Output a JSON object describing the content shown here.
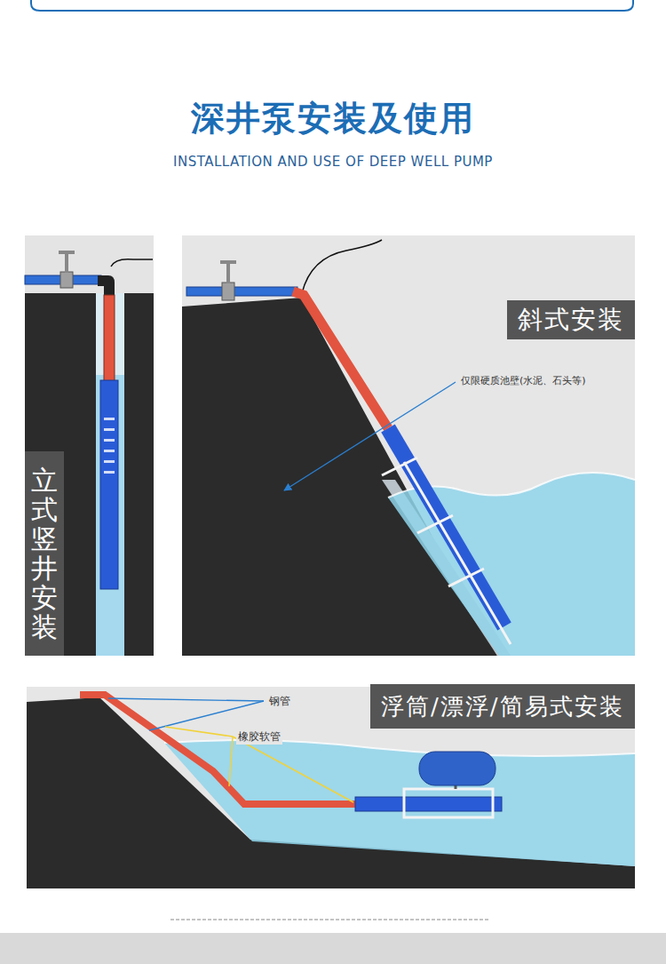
{
  "diagram": {
    "title": "深井泵安装及使用",
    "nodes": [
      {
        "text": [
          "立式竖井安装"
        ]
      },
      {
        "text": [
          "斜式安装"
        ]
      },
      {
        "text": [
          "浮筒/漂浮/简易式安装"
        ]
      }
    ],
    "labels": [
      "INSTALLATION AND USE OF DEEP WELL PUMP",
      "仅限硬质池壁(水泥、石头等)",
      "钢管",
      "橡胶软管"
    ]
  }
}
